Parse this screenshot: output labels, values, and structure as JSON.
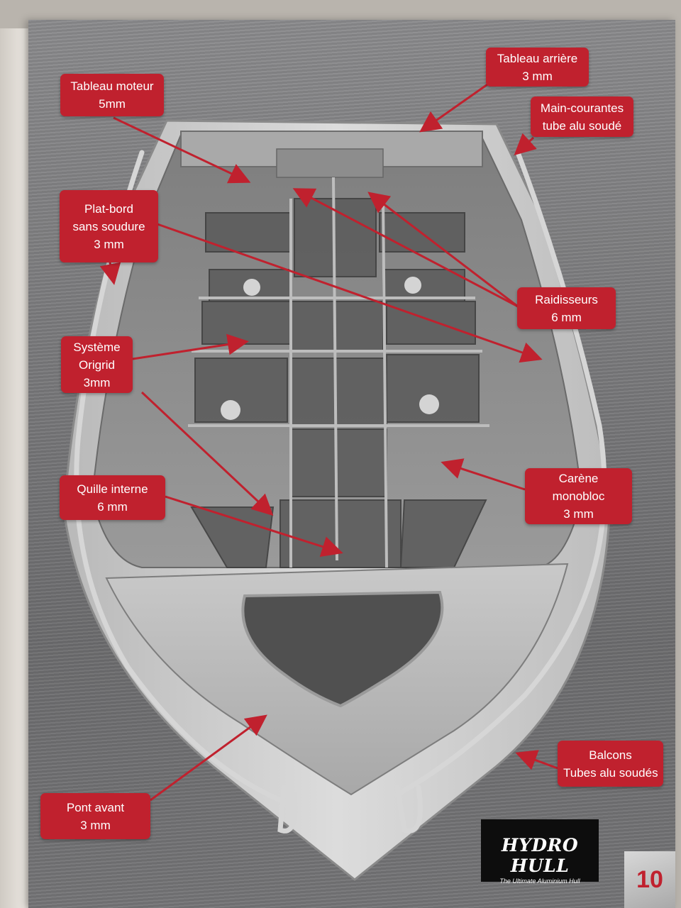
{
  "labels": {
    "tableau_arriere": [
      "Tableau arrière",
      "3 mm"
    ],
    "tableau_moteur": [
      "Tableau moteur",
      "5mm"
    ],
    "main_courantes": [
      "Main-courantes",
      "tube alu soudé"
    ],
    "plat_bord": [
      "Plat-bord",
      "sans soudure",
      "3 mm"
    ],
    "raidisseurs": [
      "Raidisseurs",
      "6 mm"
    ],
    "systeme": [
      "Système",
      "Origrid",
      "3mm"
    ],
    "quille": [
      "Quille interne",
      "6 mm"
    ],
    "carene": [
      "Carène",
      "monobloc",
      "3 mm"
    ],
    "balcons": [
      "Balcons",
      "Tubes alu soudés"
    ],
    "pont_avant": [
      "Pont avant",
      "3 mm"
    ]
  },
  "logo": {
    "brand": "HYDRO HULL",
    "tagline": "The Ultimate Aluminium Hull"
  },
  "page_number": "10",
  "colors": {
    "label_red": "#c0212e",
    "page_background": "#7a7a7c"
  }
}
